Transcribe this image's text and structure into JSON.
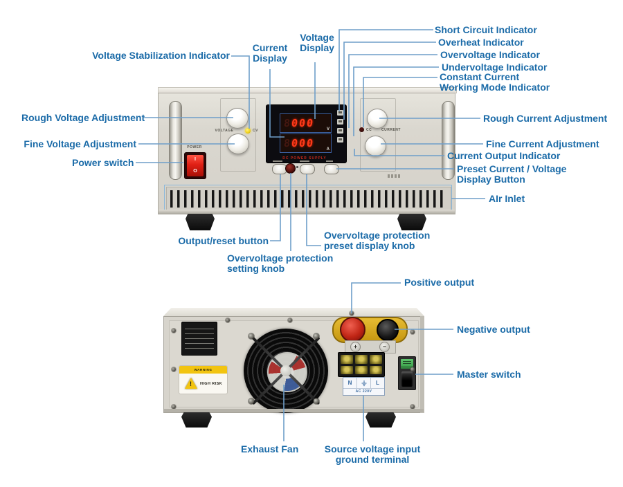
{
  "colors": {
    "callout_text": "#1b6ba8",
    "callout_line": "#6e9ec9",
    "display_digit_red": "#ff3a1a",
    "cv_led_yellow": "#f2d21e",
    "power_switch_red": "#e02015",
    "terminal_plate_yellow": "#d9a91c",
    "positive_terminal_red": "#c02515",
    "warning_yellow": "#f2c410"
  },
  "front_view": {
    "callouts": {
      "voltage_stabilization": "Voltage Stabilization Indicator",
      "current_display": [
        "Current",
        "Display"
      ],
      "voltage_display": [
        "Voltage",
        "Display"
      ],
      "short_circuit": "Short Circuit Indicator",
      "overheat": "Overheat Indicator",
      "overvoltage": "Overvoltage Indicator",
      "undervoltage": "Undervoltage Indicator",
      "constant_current": [
        "Constant Current",
        "Working Mode Indicator"
      ],
      "rough_voltage": "Rough Voltage Adjustment",
      "fine_voltage": "Fine Voltage Adjustment",
      "power_switch": "Power switch",
      "rough_current": "Rough Current Adjustment",
      "fine_current": "Fine Current Adjustment",
      "current_output": "Current Output Indicator",
      "preset_display_button": [
        "Preset Current / Voltage",
        "Display Button"
      ],
      "air_inlet": "AIr Inlet",
      "output_reset": "Output/reset button",
      "ovp_setting": [
        "Overvoltage protection",
        "setting knob"
      ],
      "ovp_preset": [
        "Overvoltage protection",
        "preset display knob"
      ]
    },
    "panel": {
      "power_label": "POWER",
      "voltage_label": "VOLTAGE",
      "current_label": "CURRENT",
      "cv_indicator": "CV",
      "cc_indicator": "CC",
      "voltage_display_value": "000",
      "current_display_value": "000",
      "display_ghost": "8",
      "voltage_unit": "V",
      "current_unit": "A",
      "display_caption": "DC POWER SUPPLY",
      "power_on": "I",
      "power_off": "O"
    }
  },
  "rear_view": {
    "callouts": {
      "positive_output": "Positive output",
      "negative_output": "Negative output",
      "master_switch": "Master switch",
      "exhaust_fan": "Exhaust Fan",
      "source_input": [
        "Source voltage input",
        "ground terminal"
      ]
    },
    "panel": {
      "warning_title": "WARNING",
      "warning_text": "HIGH RISK",
      "neutral_label": "N",
      "live_label": "L",
      "positive_mark": "+",
      "negative_mark": "−",
      "input_caption": "AC 220V"
    }
  }
}
